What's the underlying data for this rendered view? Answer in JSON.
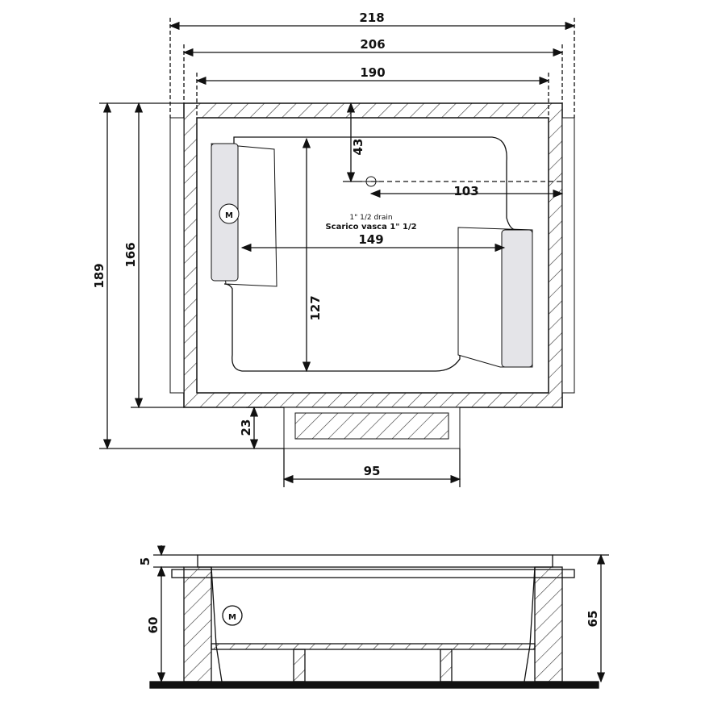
{
  "top_view": {
    "dimensions": {
      "overall_width": "218",
      "frame_width": "206",
      "inner_width": "190",
      "overall_length": "189",
      "frame_length": "166",
      "drain_offset_y": "43",
      "drain_offset_x": "103",
      "tub_length": "127",
      "headrest_span": "149",
      "step_depth": "23",
      "step_width": "95"
    },
    "drain_label_en": "1\" 1/2  drain",
    "drain_label_it": "Scarico vasca 1\" 1/2",
    "motor_label": "M"
  },
  "side_view": {
    "dimensions": {
      "rim_height": "5",
      "body_height": "60",
      "total_height": "65"
    },
    "motor_label": "M"
  }
}
